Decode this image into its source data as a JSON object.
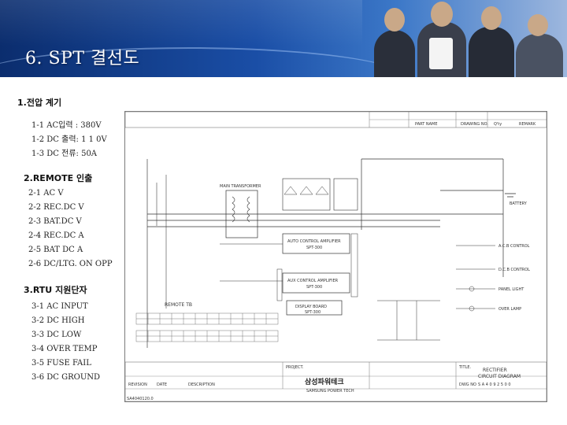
{
  "slide": {
    "title": "6. SPT 결선도"
  },
  "sections": [
    {
      "heading": "1.전압 계기",
      "items": [
        "1-1 AC입력 : 380V",
        "1-2 DC 출력: 1 1 0V",
        "1-3 DC 전류: 50A"
      ]
    },
    {
      "heading": "2.REMOTE 인출",
      "items": [
        "2-1 AC V",
        "2-2 REC.DC V",
        "2-3 BAT.DC V",
        "2-4 REC.DC A",
        "2-5 BAT DC A",
        "2-6 DC/LTG. ON OPP"
      ]
    },
    {
      "heading": "3.RTU 지원단자",
      "items": [
        "3-1 AC INPUT",
        "3-2 DC HIGH",
        "3-3 DC LOW",
        "3-4 OVER TEMP",
        "3-5 FUSE FAIL",
        "3-6 DC GROUND"
      ]
    }
  ],
  "diagram": {
    "header_part_name": "PART NAME",
    "header_drawing_no": "DRAWING NO.",
    "header_qty": "Q'ty",
    "header_remark": "REMARK",
    "block_auto_amp": "AUTO CONTROL AMPLIFIER",
    "block_auto_model": "SPT-300",
    "block_aux_amp": "AUX CONTROL AMPLIFIER",
    "block_aux_model": "SPT-300",
    "block_display": "DISPLAY BOARD",
    "block_display_model": "SPT-300",
    "transformer": "MAIN TRANSFORMER",
    "battery": "BATTERY",
    "remote_tb": "REMOTE TB",
    "label_acb": "A.C.B CONTROL",
    "label_dcb": "D.C.B CONTROL",
    "label_panel": "PANEL LIGHT",
    "label_over": "OVER LAMP",
    "project_label": "PROJECT.",
    "title_label": "TITLE.",
    "drawing_title_1": "RECTIFIER",
    "drawing_title_2": "CIRCUIT DIAGRAM",
    "company_kr": "삼성파워테크",
    "company_en": "SAMSUNG POWER TECH",
    "dwg_no_label": "DWG NO",
    "dwg_no_value": "S A 4 0 9 2 5 0 0",
    "footer_code": "SA4040120.0",
    "revision_label": "REVISION",
    "date_label": "DATE",
    "description_label": "DESCRIPTION"
  }
}
